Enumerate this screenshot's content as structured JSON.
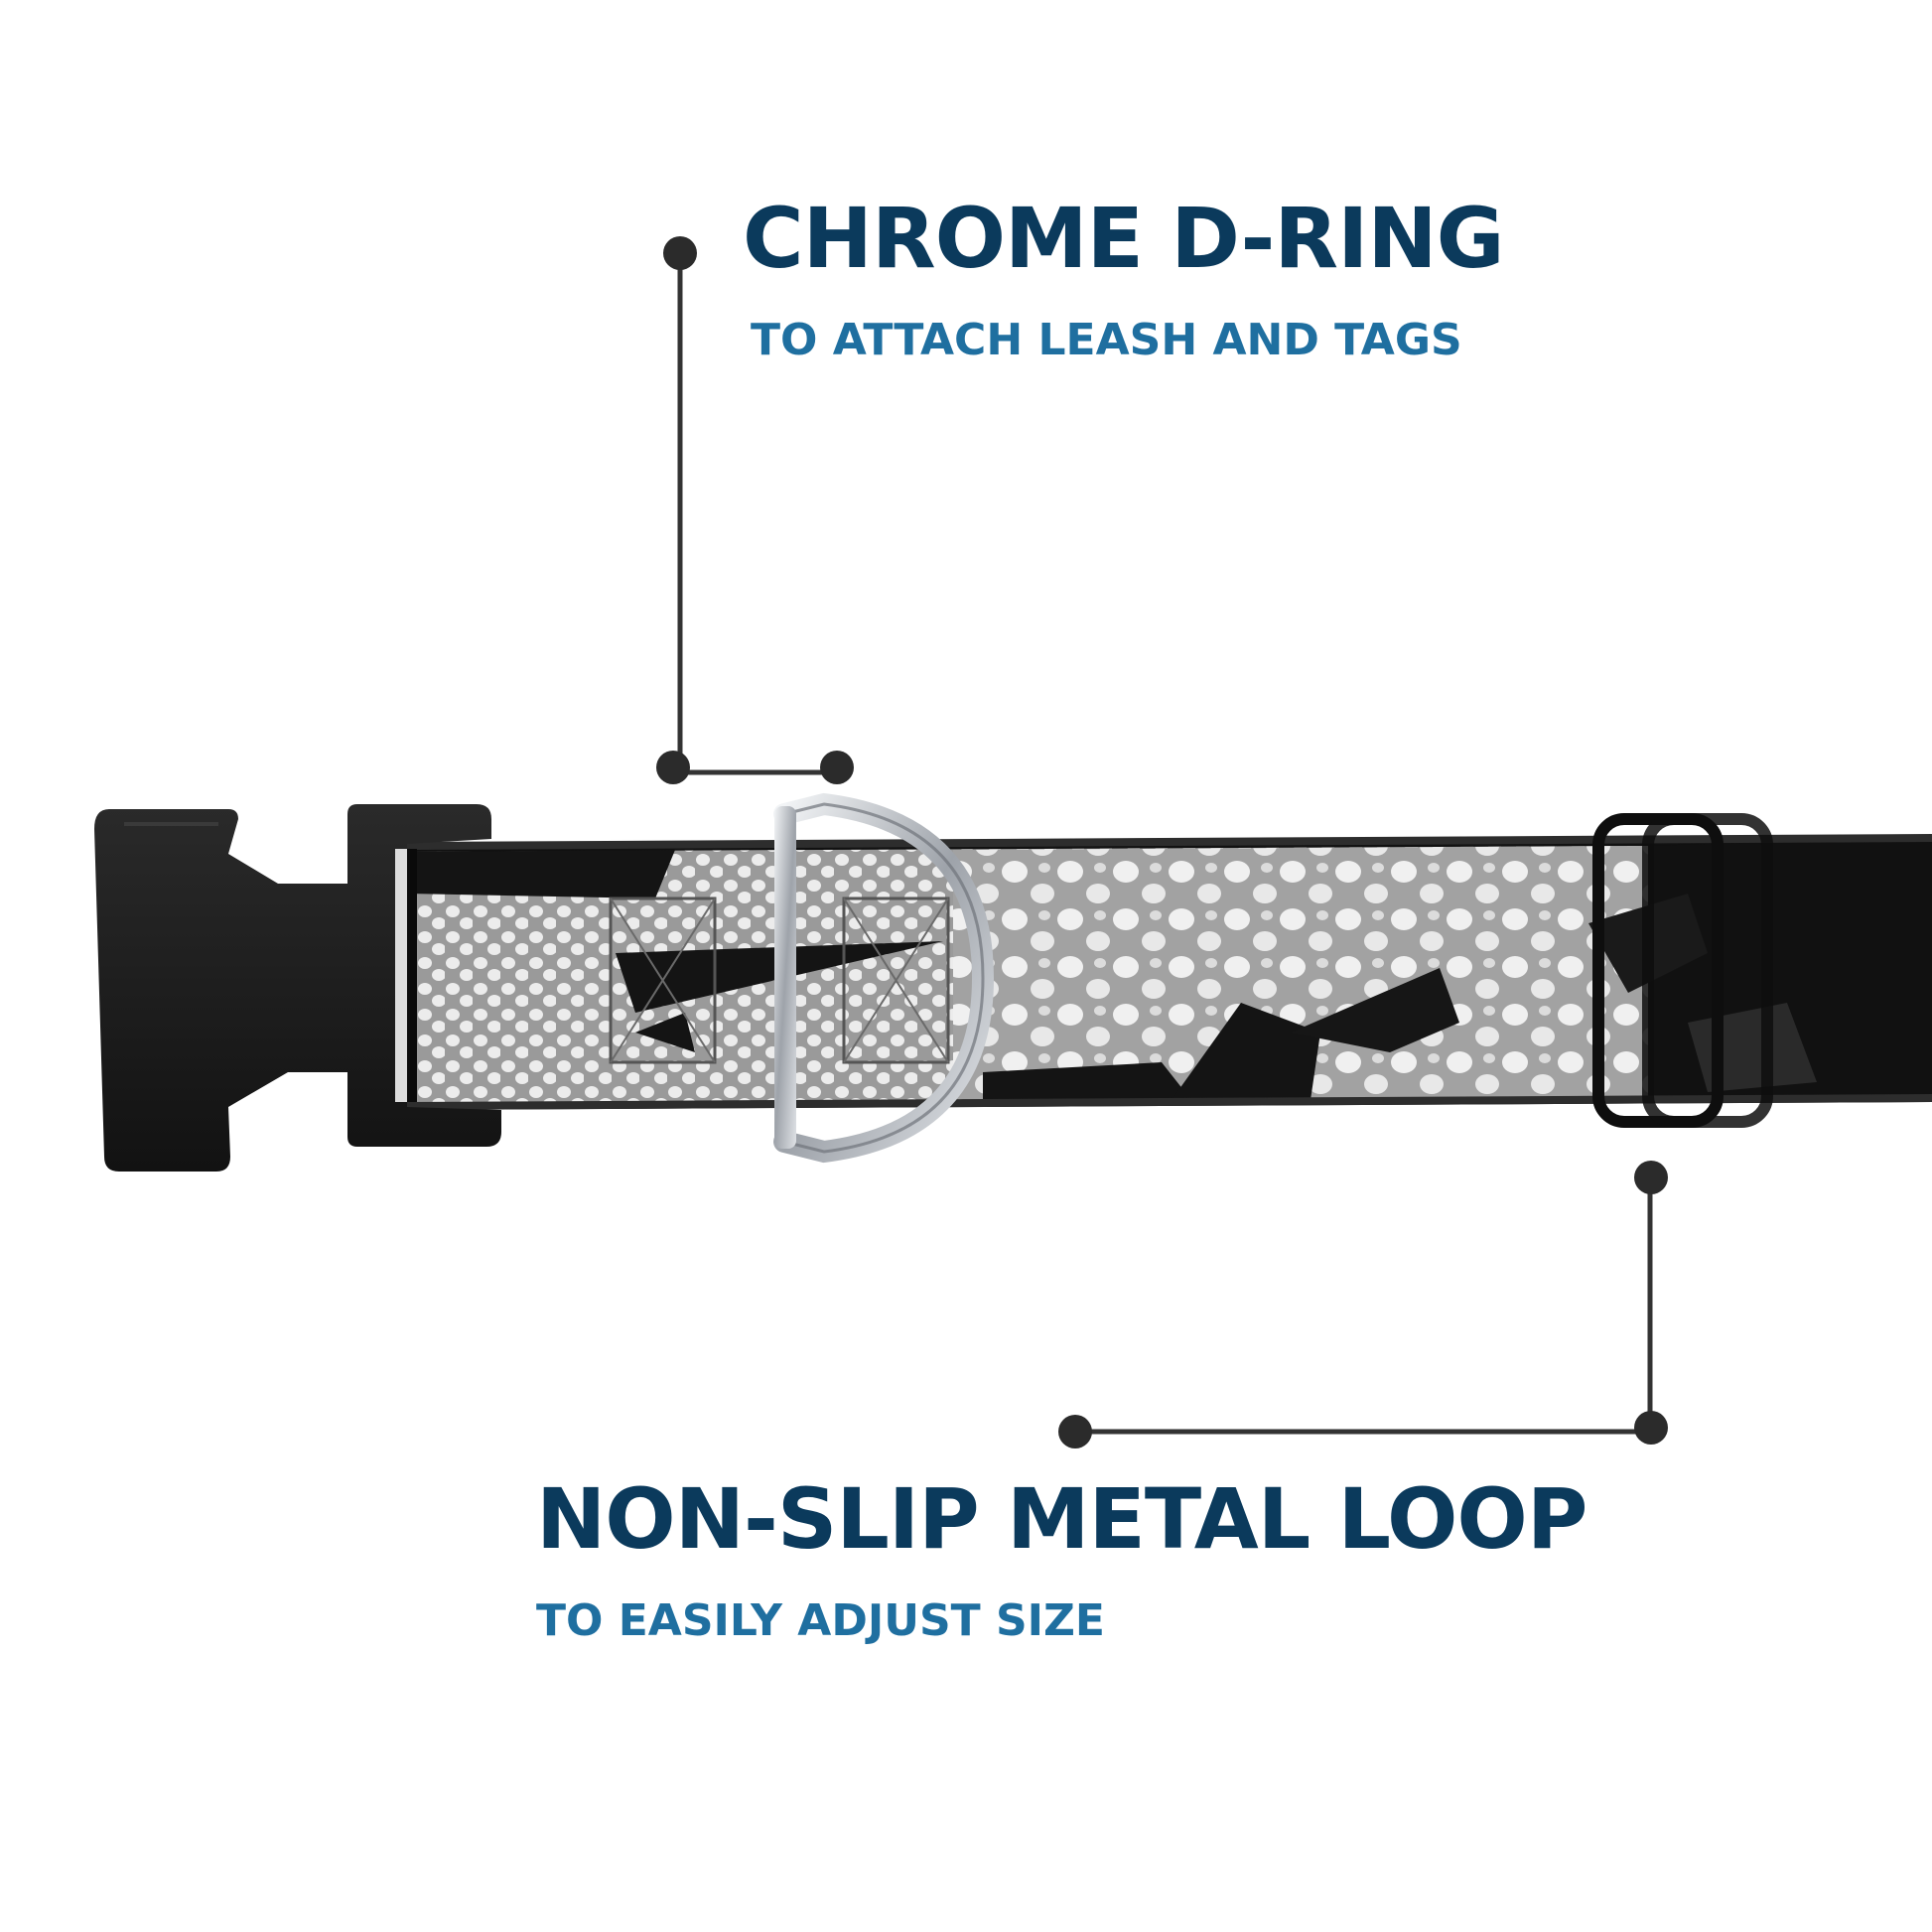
{
  "callouts": {
    "d_ring": {
      "title": "CHROME D-RING",
      "subtitle": "TO ATTACH LEASH AND TAGS"
    },
    "loop": {
      "title": "NON-SLIP METAL LOOP",
      "subtitle": "TO EASILY ADJUST SIZE"
    }
  },
  "colors": {
    "title": "#0b3a5c",
    "subtitle": "#1f6fa0",
    "leader": "#333333",
    "buckle": "#1c1c1c",
    "strap_dark": "#111111",
    "strap_gray": "#9a9a9a",
    "chrome": "#c8cbd0"
  },
  "icons": {
    "buckle": "side-release-buckle",
    "ring": "chrome-d-ring",
    "loop": "metal-slide-loop"
  }
}
